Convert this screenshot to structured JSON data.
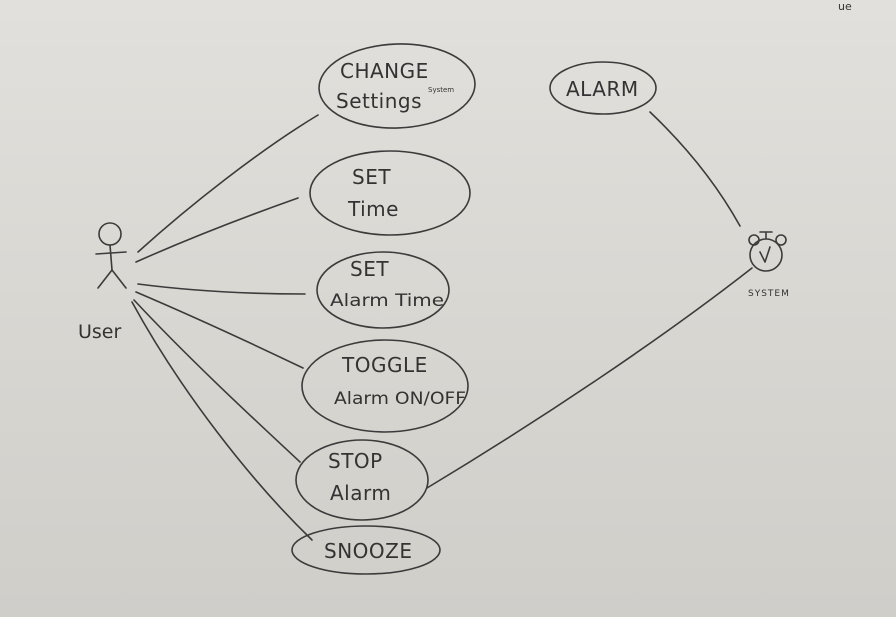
{
  "diagram": {
    "actors": {
      "user": "User",
      "system": "SYSTEM"
    },
    "use_cases": {
      "change_settings": {
        "line1": "CHANGE",
        "line2": "Settings",
        "superscript": "System"
      },
      "set_time": {
        "line1": "SET",
        "line2": "Time"
      },
      "set_alarm_time": {
        "line1": "SET",
        "line2": "Alarm Time"
      },
      "toggle_alarm": {
        "line1": "TOGGLE",
        "line2": "Alarm ON/OFF"
      },
      "stop_alarm": {
        "line1": "STOP",
        "line2": "Alarm"
      },
      "snooze": {
        "line1": "SNOOZE"
      },
      "alarm": {
        "line1": "ALARM"
      }
    },
    "corner_fragment": "ue"
  }
}
